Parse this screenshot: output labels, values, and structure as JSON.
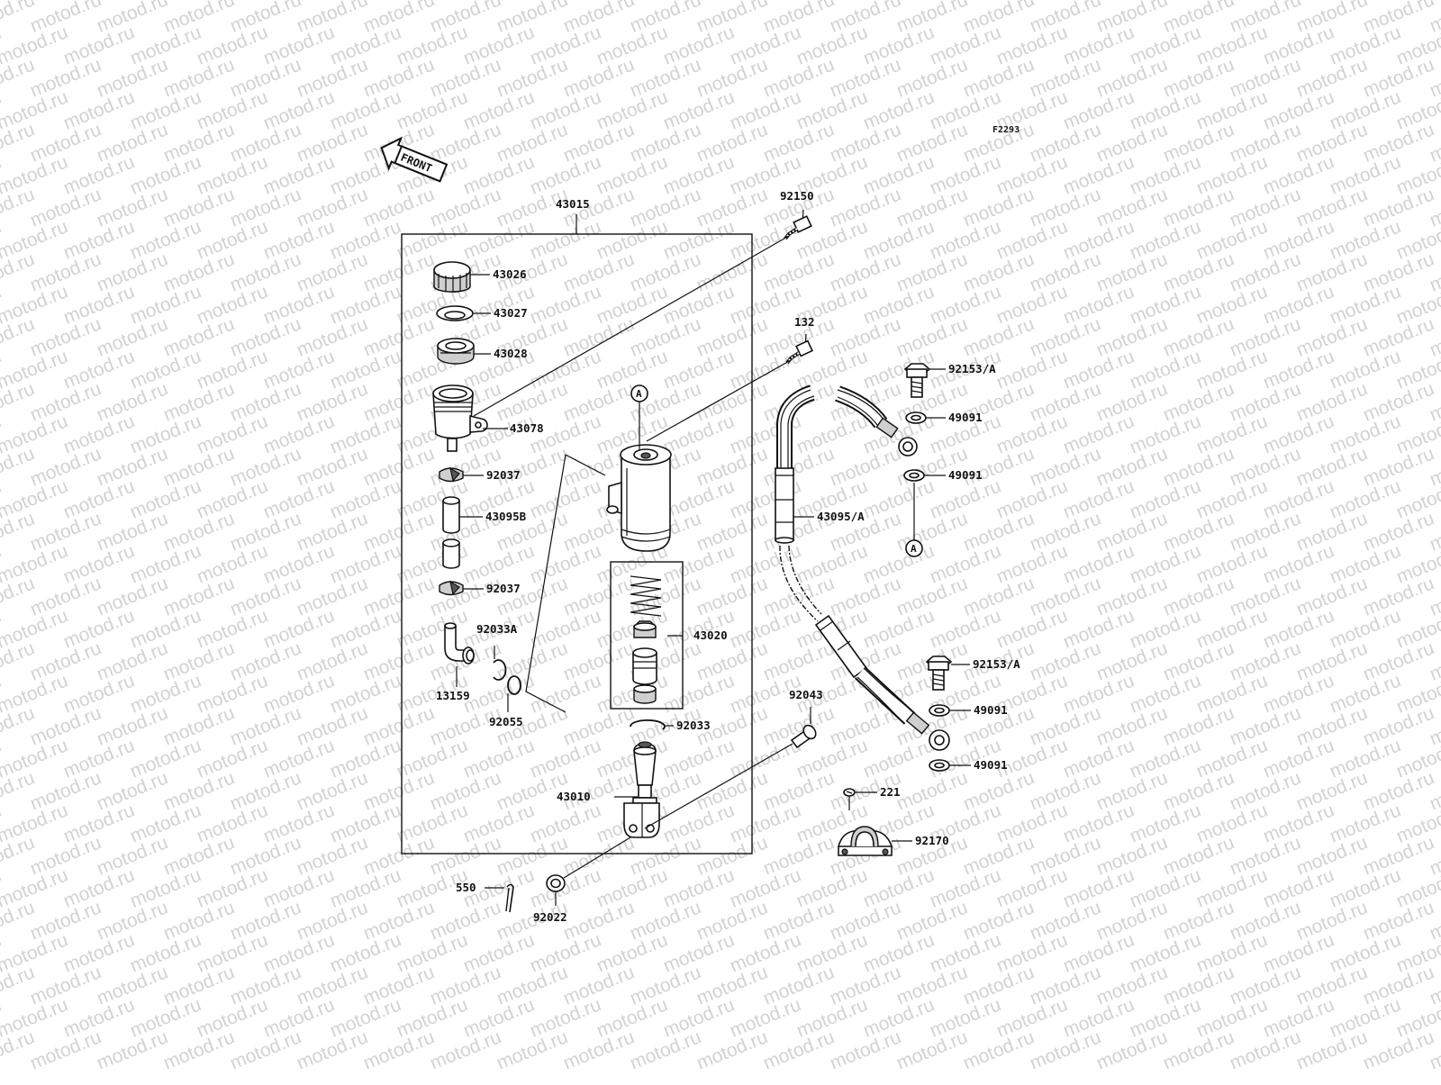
{
  "diagram": {
    "code": "F2293",
    "front_label": "FRONT",
    "watermark": "motod.ru",
    "ref_marker": "A",
    "parts": [
      {
        "id": "43015",
        "label": "43015"
      },
      {
        "id": "43026",
        "label": "43026"
      },
      {
        "id": "43027",
        "label": "43027"
      },
      {
        "id": "43028",
        "label": "43028"
      },
      {
        "id": "43078",
        "label": "43078"
      },
      {
        "id": "92037a",
        "label": "92037"
      },
      {
        "id": "43095B",
        "label": "43095B"
      },
      {
        "id": "92037b",
        "label": "92037"
      },
      {
        "id": "92033A",
        "label": "92033A"
      },
      {
        "id": "13159",
        "label": "13159"
      },
      {
        "id": "92055",
        "label": "92055"
      },
      {
        "id": "43020",
        "label": "43020"
      },
      {
        "id": "92033",
        "label": "92033"
      },
      {
        "id": "43010",
        "label": "43010"
      },
      {
        "id": "92150",
        "label": "92150"
      },
      {
        "id": "132",
        "label": "132"
      },
      {
        "id": "92153A_top",
        "label": "92153/A"
      },
      {
        "id": "49091_1",
        "label": "49091"
      },
      {
        "id": "49091_2",
        "label": "49091"
      },
      {
        "id": "43095A",
        "label": "43095/A"
      },
      {
        "id": "92153A_bot",
        "label": "92153/A"
      },
      {
        "id": "49091_3",
        "label": "49091"
      },
      {
        "id": "49091_4",
        "label": "49091"
      },
      {
        "id": "92043",
        "label": "92043"
      },
      {
        "id": "221",
        "label": "221"
      },
      {
        "id": "92170",
        "label": "92170"
      },
      {
        "id": "550",
        "label": "550"
      },
      {
        "id": "92022",
        "label": "92022"
      }
    ]
  }
}
